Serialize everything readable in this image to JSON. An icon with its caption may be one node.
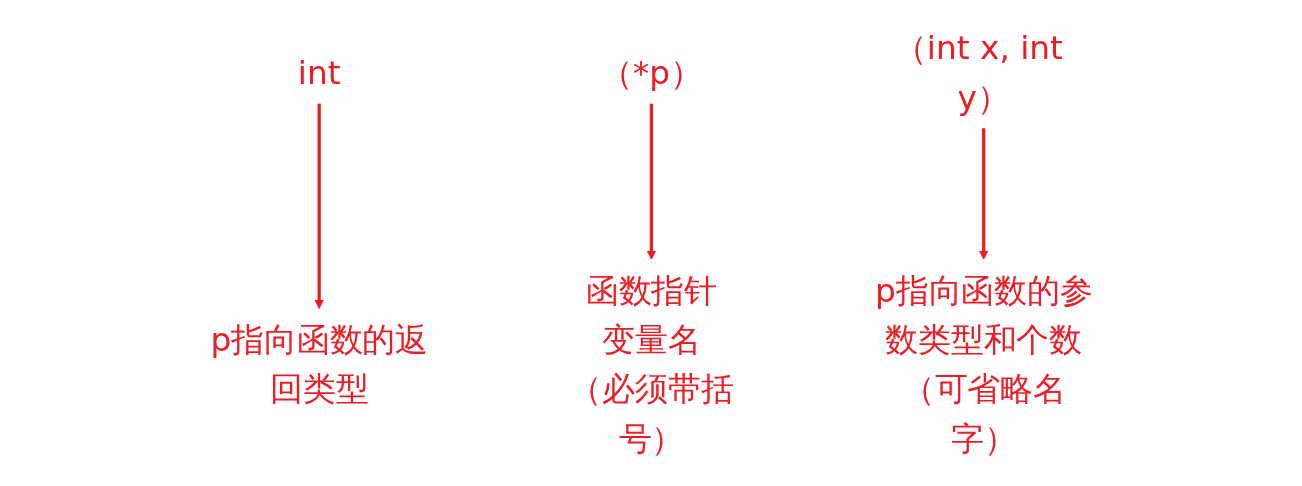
{
  "diagram": {
    "nodes": [
      {
        "text": [
          "int"
        ]
      },
      {
        "text": [
          "（*p）"
        ]
      },
      {
        "text": [
          "（int x, int y）"
        ]
      },
      {
        "text": [
          "p指向函数的返回类型"
        ]
      },
      {
        "text": [
          "函数指针",
          "变量名",
          "（必须带括号）"
        ]
      },
      {
        "text": [
          "p指向函数的参数类型和个数",
          "（可省略名字）"
        ]
      }
    ],
    "edges": [
      {
        "from": 0,
        "to": 3,
        "arrow": "to"
      },
      {
        "from": 1,
        "to": 4,
        "arrow": "to"
      },
      {
        "from": 2,
        "to": 5,
        "arrow": "to"
      }
    ]
  }
}
